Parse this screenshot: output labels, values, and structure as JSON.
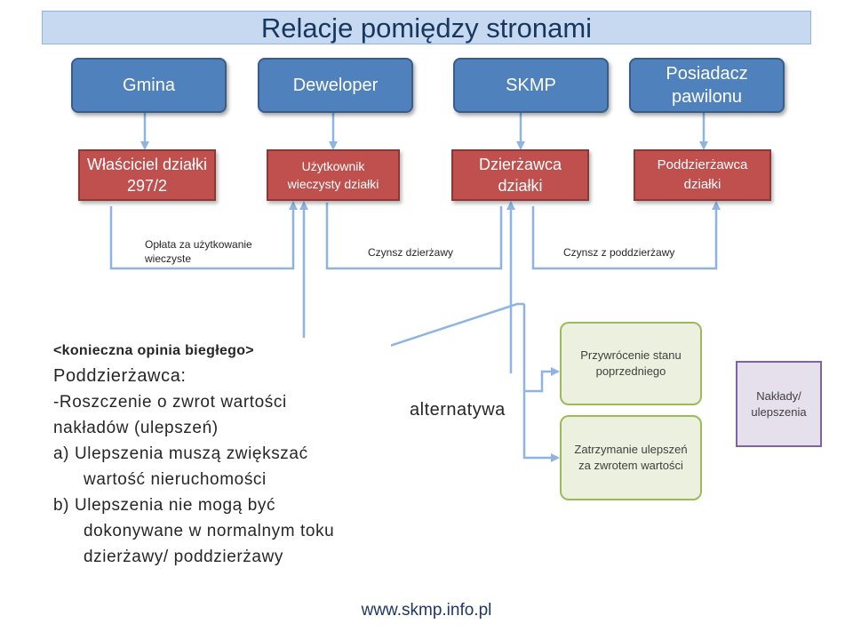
{
  "title": "Relacje pomiędzy stronami",
  "parties": {
    "gmina": "Gmina",
    "deweloper": "Deweloper",
    "skmp": "SKMP",
    "posiadacz": "Posiadacz pawilonu"
  },
  "roles": {
    "wlasciciel": "Właściciel działki 297/2",
    "uzytkownik": "Użytkownik wieczysty działki",
    "dzierzawca": "Dzierżawca działki",
    "poddzierzawca": "Poddzierżawca działki"
  },
  "fees": {
    "oplata": "Opłata za użytkowanie wieczyste",
    "czynsz_dzierzawy": "Czynsz dzierżawy",
    "czynsz_poddzierzawy": "Czynsz z poddzierżawy"
  },
  "opinion": {
    "line1": "<konieczna opinia biegłego>",
    "line2": "Poddzierżawca:",
    "line3": "-Roszczenie o zwrot wartości",
    "line4": "nakładów (ulepszeń)",
    "line5": "a)  Ulepszenia muszą zwiększać",
    "line6": "     wartość nieruchomości",
    "line7": "b)  Ulepszenia nie mogą być",
    "line8": "     dokonywane w normalnym toku",
    "line9": "     dzierżawy/ poddzierżawy"
  },
  "alternatywa": "alternatywa",
  "options": {
    "restore": "Przywrócenie stanu poprzedniego",
    "retain": "Zatrzymanie ulepszeń za zwrotem wartości"
  },
  "naklady": "Nakłady/ ulepszenia",
  "footer": "www.skmp.info.pl",
  "colors": {
    "party_fill": "#4f81bd",
    "role_fill": "#c0504d",
    "option_border": "#9bbb59",
    "naklady_border": "#8064a2",
    "connector": "#8eb4e3"
  }
}
